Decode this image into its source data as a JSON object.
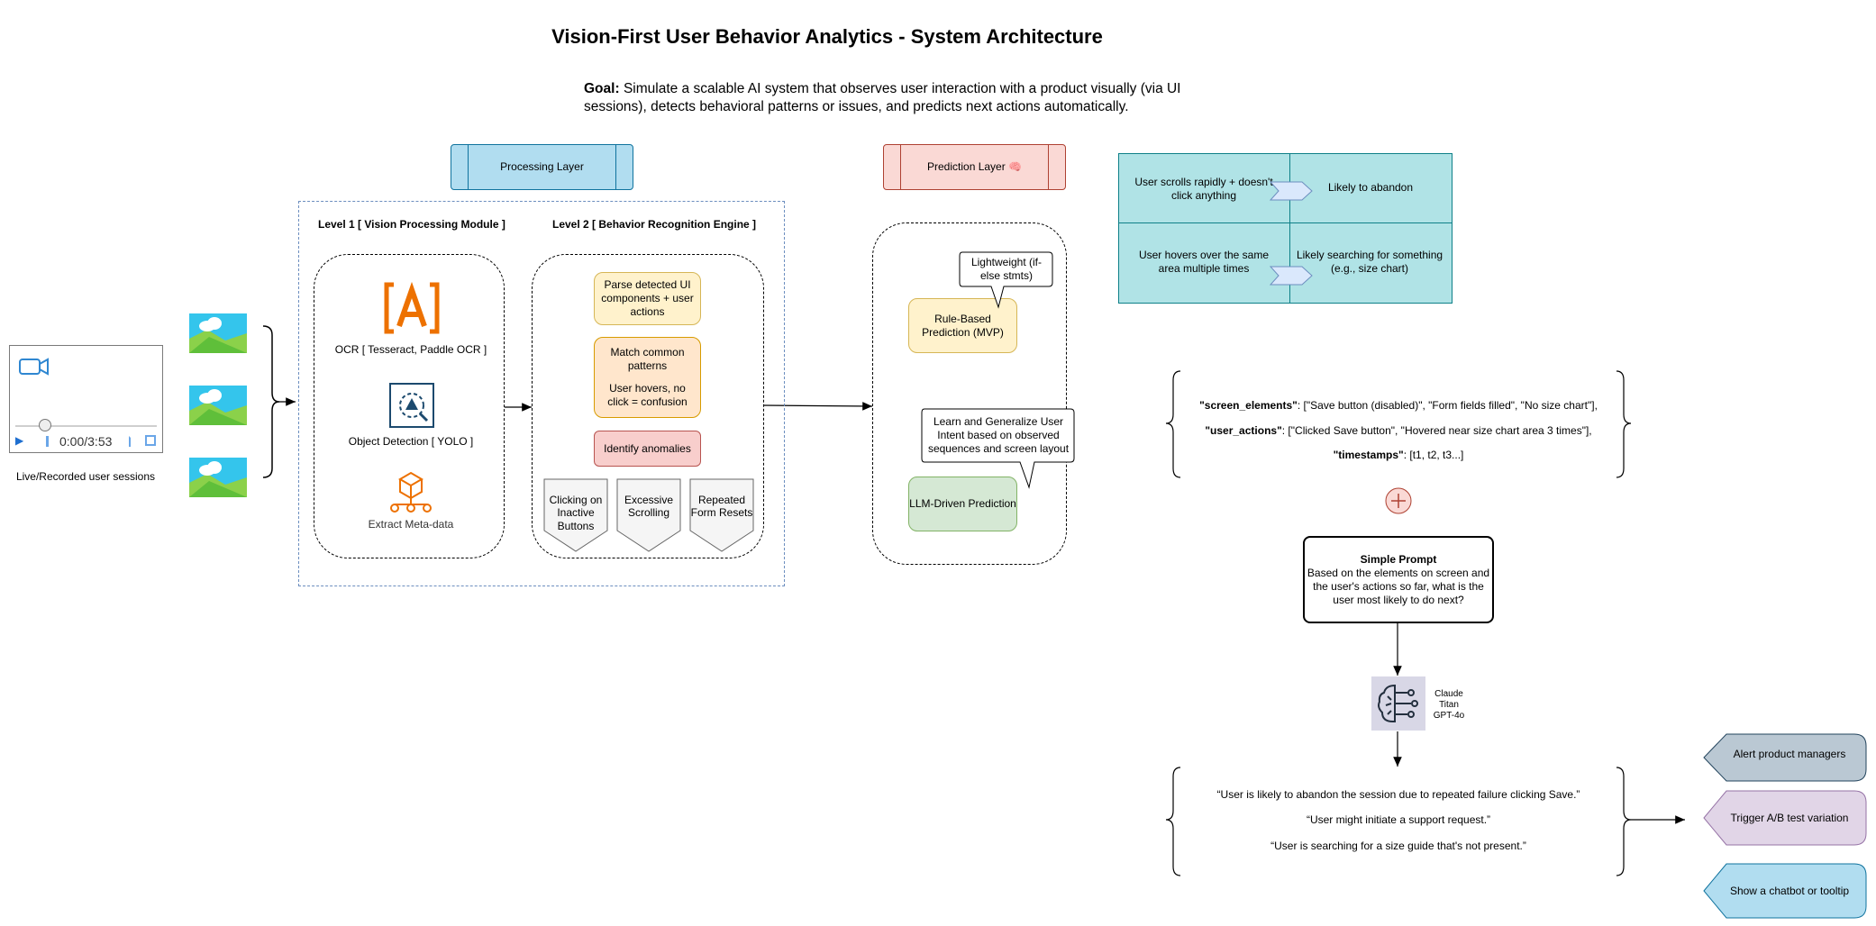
{
  "title": "Vision-First User Behavior Analytics - System Architecture",
  "goal": {
    "label": "Goal:",
    "text": "Simulate a scalable AI system that observes user interaction with a product visually (via UI sessions), detects behavioral patterns or issues, and predicts next actions automatically."
  },
  "input": {
    "caption": "Live/Recorded user sessions",
    "player_time": "0:00/3:53"
  },
  "processing": {
    "header": "Processing Layer",
    "level1_title": "Level 1 [ Vision Processing Module ]",
    "ocr_label": "OCR [ Tesseract, Paddle OCR ]",
    "detect_label": "Object Detection [ YOLO ]",
    "meta_label": "Extract Meta-data",
    "level2_title": "Level 2 [ Behavior Recognition Engine ]",
    "parse": "Parse detected UI components + user actions",
    "match_title": "Match common patterns",
    "match_detail": "User hovers, no click = confusion",
    "anomalies": "Identify anomalies",
    "anomaly_items": [
      "Clicking on Inactive Buttons",
      "Excessive Scrolling",
      "Repeated Form Resets"
    ]
  },
  "prediction": {
    "header": "Prediction Layer 🧠",
    "rule_callout": "Lightweight (if-else stmts)",
    "rule_box": "Rule-Based Prediction (MVP)",
    "llm_callout": "Learn and Generalize User Intent based on observed sequences and screen layout",
    "llm_box": "LLM-Driven Prediction"
  },
  "rules_table": [
    {
      "condition": "User scrolls rapidly + doesn't click anything",
      "outcome": "Likely to abandon"
    },
    {
      "condition": "User hovers over the same area multiple times",
      "outcome": "Likely searching for something (e.g., size chart)"
    }
  ],
  "context": {
    "screen_key": "\"screen_elements\"",
    "screen_val": ": [\"Save button (disabled)\", \"Form fields filled\", \"No size chart\"],",
    "actions_key": "\"user_actions\"",
    "actions_val": ": [\"Clicked Save button\", \"Hovered near size chart area 3 times\"],",
    "timestamps_key": "\"timestamps\"",
    "timestamps_val": ": [t1, t2, t3...]"
  },
  "prompt": {
    "title": "Simple Prompt",
    "text": "Based on the elements on screen and the user's actions so far, what is the user most likely to do next?"
  },
  "models": {
    "lines": [
      "Claude",
      "Titan",
      "GPT-4o"
    ]
  },
  "outputs": [
    "“User is likely to abandon the session due to repeated failure clicking Save.”",
    "“User might initiate a support request.”",
    "“User is searching for a size guide that's not present.”"
  ],
  "actions": [
    {
      "label": "Alert product managers",
      "color": "#bac8d3"
    },
    {
      "label": "Trigger A/B test variation",
      "color": "#e1d5e7"
    },
    {
      "label": "Show a chatbot or tooltip",
      "color": "#b1ddf0"
    }
  ],
  "colors": {
    "processing_header": "#b1ddf0",
    "prediction_header": "#fad9d5",
    "yellow": "#fff2cc",
    "orange": "#ffe6cc",
    "red": "#f8cecc",
    "green": "#d5e8d4",
    "teal": "#b0e3e6",
    "ocr_orange": "#ed7100"
  }
}
